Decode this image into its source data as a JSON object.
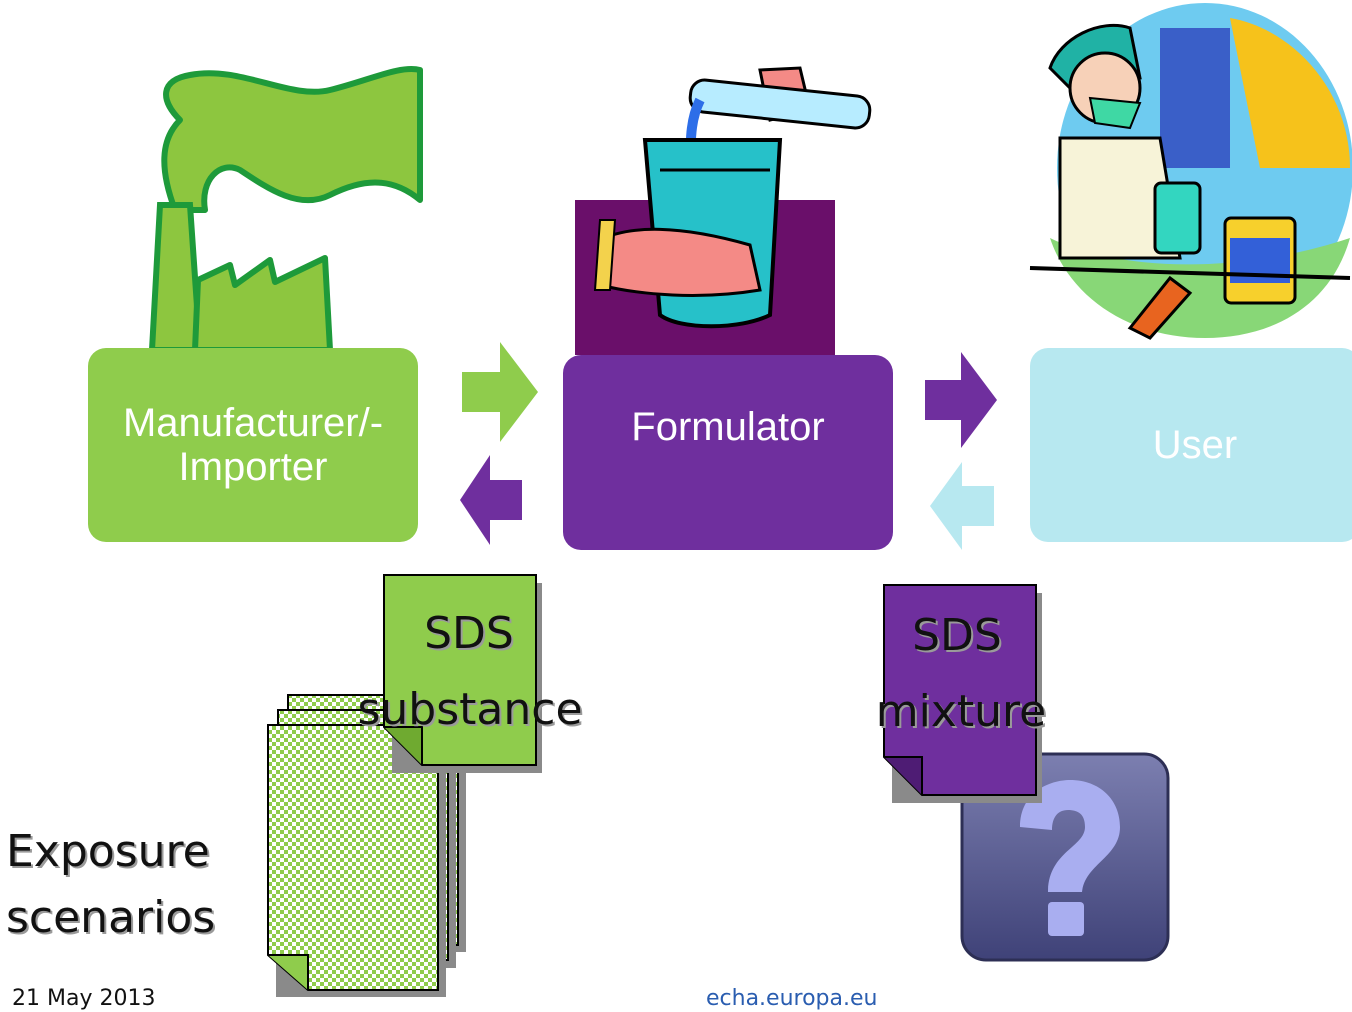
{
  "actors": {
    "manufacturer": "Manufacturer/-\nImporter",
    "formulator": "Formulator",
    "user": "User"
  },
  "documents": {
    "sds_substance_line1": "SDS",
    "sds_substance_line2": "substance",
    "sds_mixture_line1": "SDS",
    "sds_mixture_line2": "mixture",
    "exposure_line1": "Exposure",
    "exposure_line2": "scenarios"
  },
  "footer": {
    "date": "21 May 2013",
    "url": "echa.europa.eu"
  },
  "colors": {
    "green": "#8fcc4c",
    "purple": "#6f2f9e",
    "light_blue": "#b7e8f0",
    "link_blue": "#2a5db0"
  },
  "icons": [
    "factory-icon",
    "lab-beaker-icon",
    "painter-worker-icon",
    "question-mark-icon"
  ]
}
